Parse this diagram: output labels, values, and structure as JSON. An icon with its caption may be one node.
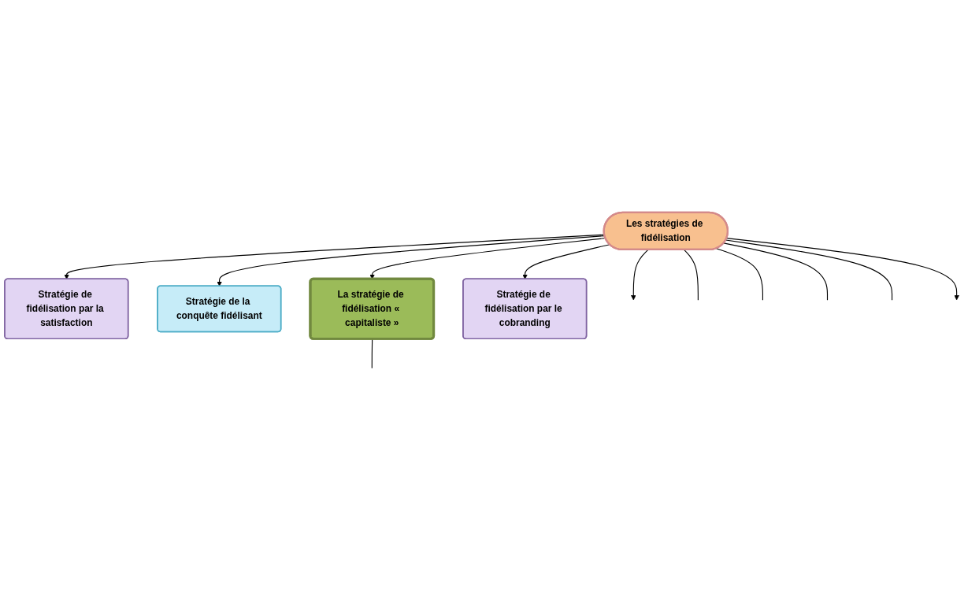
{
  "diagram": {
    "nodes": [
      {
        "text": [
          "Les stratégies de fidélisation"
        ]
      },
      {
        "text": [
          "Stratégie de fidélisation par la satisfaction"
        ]
      },
      {
        "text": [
          "Stratégie de la conquête fidélisant"
        ]
      },
      {
        "text": [
          "La stratégie de fidélisation « capitaliste »"
        ]
      },
      {
        "text": [
          "Stratégie de fidélisation par le cobranding"
        ]
      }
    ],
    "edges": [
      {
        "from": 0,
        "to": 1,
        "arrow": "to"
      },
      {
        "from": 0,
        "to": 2,
        "arrow": "to"
      },
      {
        "from": 0,
        "to": 3,
        "arrow": "to"
      },
      {
        "from": 0,
        "to": 4,
        "arrow": "to"
      },
      {
        "from": 3,
        "to": null,
        "arrow": "none"
      },
      {
        "from": 0,
        "to": null,
        "arrow": "to"
      },
      {
        "from": 0,
        "to": null,
        "arrow": "none"
      },
      {
        "from": 0,
        "to": null,
        "arrow": "none"
      },
      {
        "from": 0,
        "to": null,
        "arrow": "none"
      },
      {
        "from": 0,
        "to": null,
        "arrow": "none"
      },
      {
        "from": 0,
        "to": null,
        "arrow": "to"
      }
    ]
  }
}
